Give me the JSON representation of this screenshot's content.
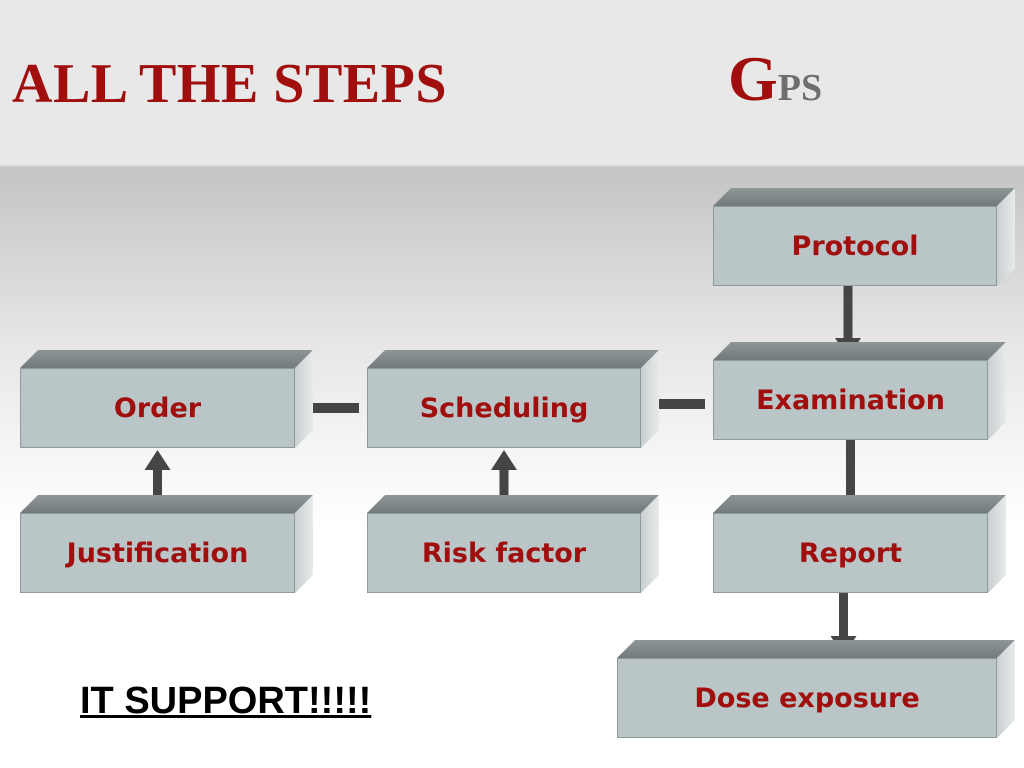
{
  "slide": {
    "title": "ALL THE STEPS",
    "logo_initial": "G",
    "logo_rest": "PS",
    "footer_text": "IT SUPPORT!!!!!"
  },
  "colors": {
    "title_red": "#a00e0e",
    "logo_grey": "#6e6e6e",
    "box_face": "#b9c5c6",
    "connector": "#454545"
  },
  "nodes": [
    {
      "id": "order",
      "label": "Order"
    },
    {
      "id": "scheduling",
      "label": "Scheduling"
    },
    {
      "id": "justification",
      "label": "Justification"
    },
    {
      "id": "risk-factor",
      "label": "Risk factor"
    },
    {
      "id": "protocol",
      "label": "Protocol"
    },
    {
      "id": "examination",
      "label": "Examination"
    },
    {
      "id": "report",
      "label": "Report"
    },
    {
      "id": "dose-exposure",
      "label": "Dose exposure"
    }
  ],
  "edges": [
    {
      "from": "justification",
      "to": "order",
      "type": "arrow"
    },
    {
      "from": "risk-factor",
      "to": "scheduling",
      "type": "arrow"
    },
    {
      "from": "order",
      "to": "scheduling",
      "type": "line"
    },
    {
      "from": "scheduling",
      "to": "examination",
      "type": "line"
    },
    {
      "from": "protocol",
      "to": "examination",
      "type": "arrow"
    },
    {
      "from": "examination",
      "to": "report",
      "type": "line"
    },
    {
      "from": "report",
      "to": "dose-exposure",
      "type": "arrow"
    }
  ]
}
